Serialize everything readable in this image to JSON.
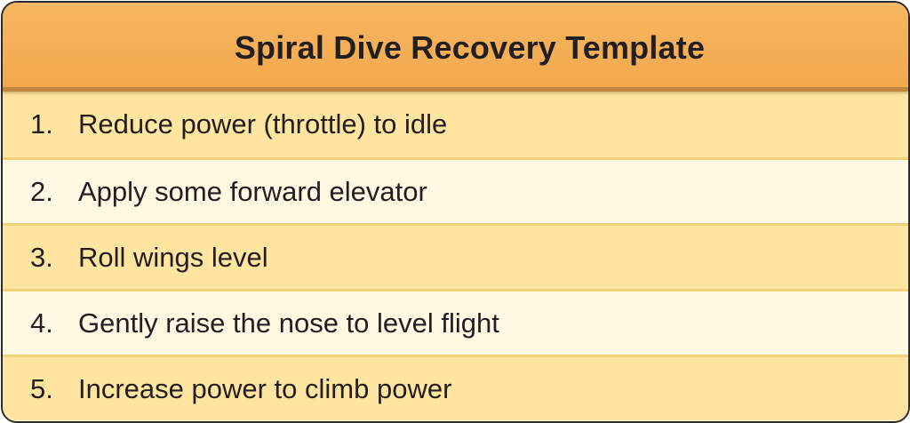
{
  "title": "Spiral Dive Recovery Template",
  "steps": [
    {
      "number": "1.",
      "text": "Reduce power (throttle) to idle"
    },
    {
      "number": "2.",
      "text": "Apply some forward elevator"
    },
    {
      "number": "3.",
      "text": "Roll wings level"
    },
    {
      "number": "4.",
      "text": "Gently raise the nose to level flight"
    },
    {
      "number": "5.",
      "text": "Increase power to climb power"
    }
  ],
  "colors": {
    "header": "#f2a94e",
    "row_odd": "#ffe5a0",
    "row_even": "#fff8e3",
    "border": "#2b2b2b",
    "text": "#231f20"
  }
}
